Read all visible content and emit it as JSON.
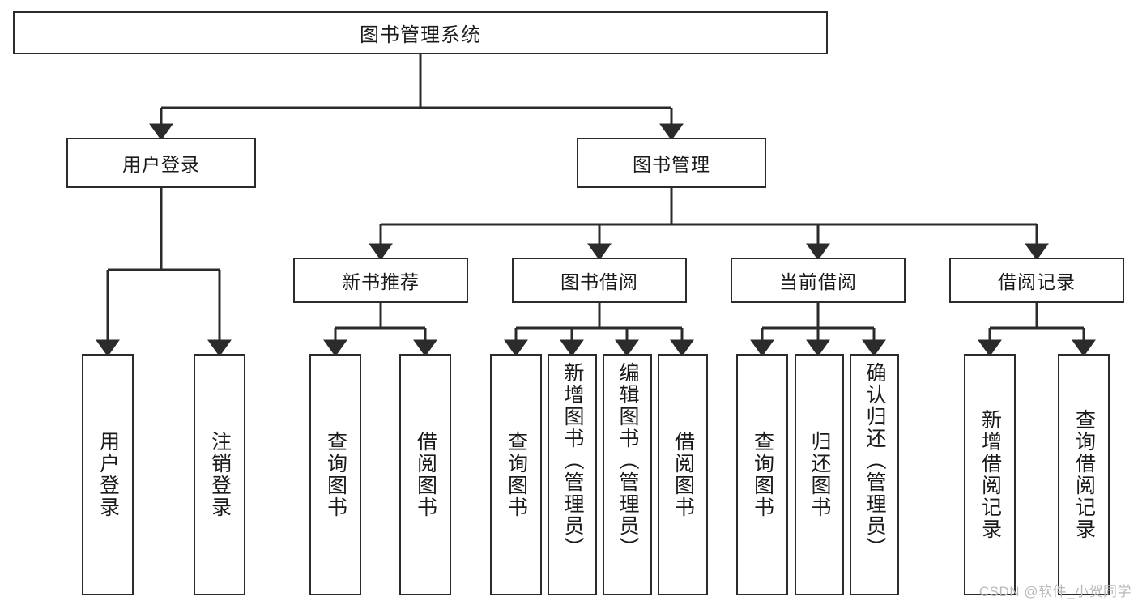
{
  "diagram": {
    "title": "图书管理系统",
    "type": "tree",
    "root": {
      "label": "图书管理系统"
    },
    "level2": [
      {
        "label": "用户登录"
      },
      {
        "label": "图书管理"
      }
    ],
    "level3": [
      {
        "label": "新书推荐"
      },
      {
        "label": "图书借阅"
      },
      {
        "label": "当前借阅"
      },
      {
        "label": "借阅记录"
      }
    ],
    "leaves": {
      "user_login": [
        {
          "label": "用户登录"
        },
        {
          "label": "注销登录"
        }
      ],
      "new_book": [
        {
          "label": "查询图书"
        },
        {
          "label": "借阅图书"
        }
      ],
      "borrow_book": [
        {
          "label": "查询图书"
        },
        {
          "label": "新增图书（管理员）"
        },
        {
          "label": "编辑图书（管理员）"
        },
        {
          "label": "借阅图书"
        }
      ],
      "current_borrow": [
        {
          "label": "查询图书"
        },
        {
          "label": "归还图书"
        },
        {
          "label": "确认归还（管理员）"
        }
      ],
      "borrow_record": [
        {
          "label": "新增借阅记录"
        },
        {
          "label": "查询借阅记录"
        }
      ]
    }
  },
  "watermark": {
    "text": "CSDN @软件_小贺同学"
  },
  "colors": {
    "stroke": "#2b2b2b",
    "box_fill": "#ffffff",
    "text": "#1a1a1a",
    "watermark": "#b9b9b9"
  }
}
